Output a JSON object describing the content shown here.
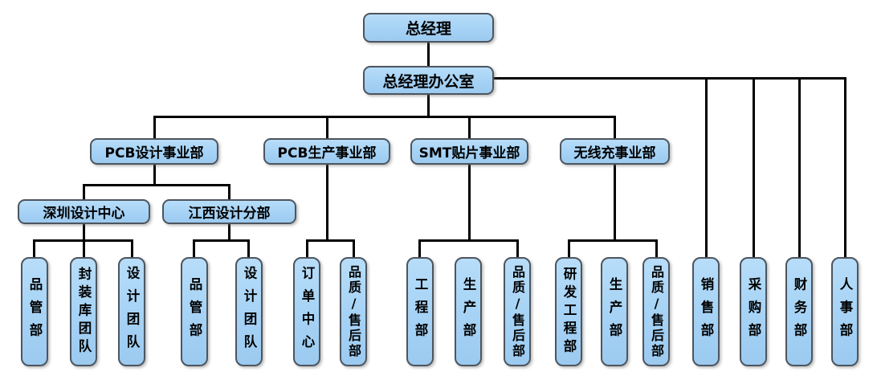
{
  "org": {
    "root": {
      "label": "总经理"
    },
    "office": {
      "label": "总经理办公室"
    },
    "divisions": [
      {
        "label": "PCB设计事业部"
      },
      {
        "label": "PCB生产事业部"
      },
      {
        "label": "SMT贴片事业部"
      },
      {
        "label": "无线充事业部"
      }
    ],
    "design_centers": [
      {
        "label": "深圳设计中心",
        "parent": "PCB设计事业部"
      },
      {
        "label": "江西设计分部",
        "parent": "PCB设计事业部"
      }
    ],
    "departments": [
      {
        "label": "品管部",
        "parent": "深圳设计中心"
      },
      {
        "label": "封装库团队",
        "parent": "深圳设计中心"
      },
      {
        "label": "设计团队",
        "parent": "深圳设计中心"
      },
      {
        "label": "品管部",
        "parent": "江西设计分部"
      },
      {
        "label": "设计团队",
        "parent": "江西设计分部"
      },
      {
        "label": "订单中心",
        "parent": "PCB生产事业部"
      },
      {
        "label": "品质/售后部",
        "parent": "PCB生产事业部"
      },
      {
        "label": "工程部",
        "parent": "SMT贴片事业部"
      },
      {
        "label": "生产部",
        "parent": "SMT贴片事业部"
      },
      {
        "label": "品质/售后部",
        "parent": "SMT贴片事业部"
      },
      {
        "label": "研发工程部",
        "parent": "无线充事业部"
      },
      {
        "label": "生产部",
        "parent": "无线充事业部"
      },
      {
        "label": "品质/售后部",
        "parent": "无线充事业部"
      },
      {
        "label": "销售部",
        "parent": "总经理办公室"
      },
      {
        "label": "采购部",
        "parent": "总经理办公室"
      },
      {
        "label": "财务部",
        "parent": "总经理办公室"
      },
      {
        "label": "人事部",
        "parent": "总经理办公室"
      }
    ],
    "colors": {
      "box_fill": "#A5D2F5",
      "box_border": "#4D555E",
      "connector": "#000000",
      "text": "#000000",
      "background": "#FFFFFF"
    }
  }
}
